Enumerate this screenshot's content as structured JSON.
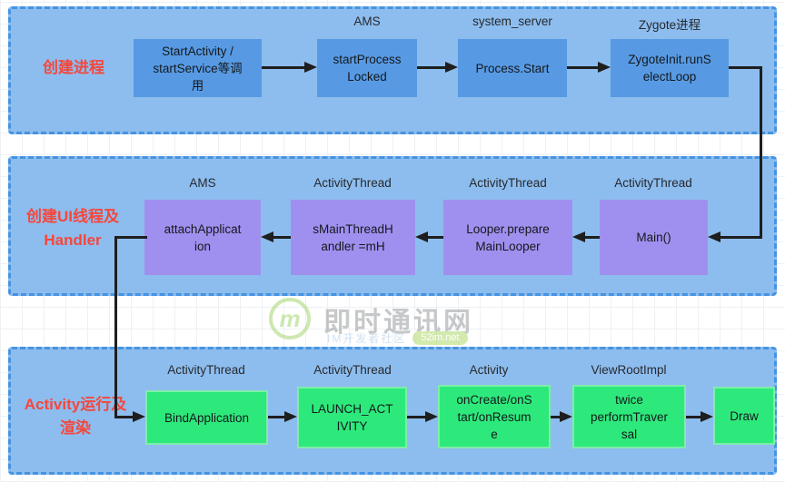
{
  "colors": {
    "band_fill": "#8dbdee",
    "band_border": "#4593e2",
    "box_blue": "#579ae3",
    "box_purple": "#9f90ef",
    "box_green": "#2de97b",
    "label_red": "#f5473c",
    "arrow_black": "#1e1e1e"
  },
  "watermark": {
    "logo_letter": "m",
    "title": "即时通讯网",
    "subtitle": "IM开发者社区",
    "badge": "52im.net"
  },
  "bands": [
    {
      "label": "创建进程",
      "boxes": [
        {
          "top_label": "",
          "text": "StartActivity /\nstartService等调\n用"
        },
        {
          "top_label": "AMS",
          "text": "startProcess\nLocked"
        },
        {
          "top_label": "system_server",
          "text": "Process.Start"
        },
        {
          "top_label": "Zygote进程",
          "text": "ZygoteInit.runS\nelectLoop"
        }
      ]
    },
    {
      "label": "创建UI线程及\nHandler",
      "boxes": [
        {
          "top_label": "AMS",
          "text": "attachApplicat\nion"
        },
        {
          "top_label": "ActivityThread",
          "text": "sMainThreadH\nandler =mH"
        },
        {
          "top_label": "ActivityThread",
          "text": "Looper.prepare\nMainLooper"
        },
        {
          "top_label": "ActivityThread",
          "text": "Main()"
        }
      ]
    },
    {
      "label": "Activity运行及\n渲染",
      "boxes": [
        {
          "top_label": "ActivityThread",
          "text": "BindApplication"
        },
        {
          "top_label": "ActivityThread",
          "text": "LAUNCH_ACT\nIVITY"
        },
        {
          "top_label": "Activity",
          "text": "onCreate/onS\ntart/onResum\ne"
        },
        {
          "top_label": "ViewRootImpl",
          "text": "twice\nperformTraver\nsal"
        },
        {
          "top_label": "",
          "text": "Draw"
        }
      ]
    }
  ]
}
